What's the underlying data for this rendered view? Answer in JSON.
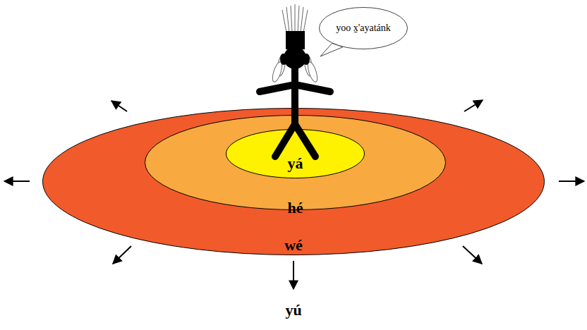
{
  "diagram": {
    "nodes": [
      {
        "text": [
          "yoo x̱'ayatánk"
        ]
      },
      {
        "text": [
          "wé"
        ]
      },
      {
        "text": [
          "hé"
        ],
        "in": 1
      },
      {
        "text": [
          "yá"
        ],
        "in": 2
      }
    ],
    "labels": [
      "yú"
    ]
  }
}
